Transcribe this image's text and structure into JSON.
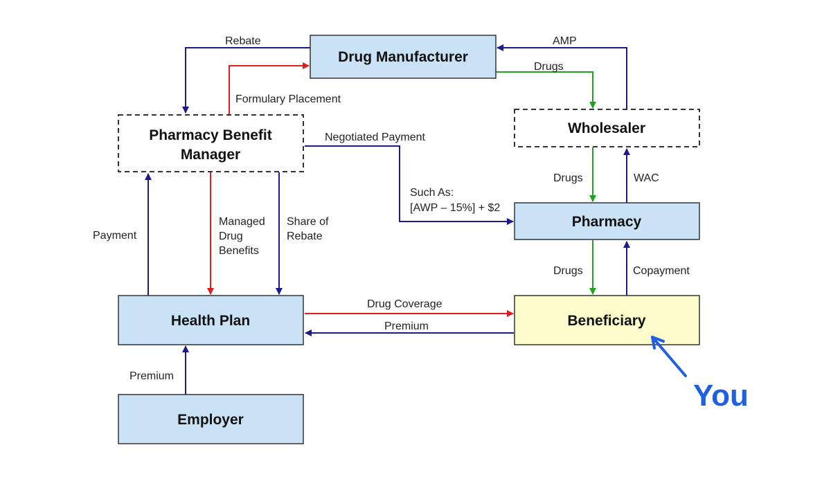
{
  "nodes": {
    "drug_manufacturer": {
      "label": "Drug Manufacturer"
    },
    "wholesaler": {
      "label": "Wholesaler"
    },
    "pbm": {
      "label_line1": "Pharmacy Benefit",
      "label_line2": "Manager"
    },
    "pharmacy": {
      "label": "Pharmacy"
    },
    "health_plan": {
      "label": "Health Plan"
    },
    "beneficiary": {
      "label": "Beneficiary"
    },
    "employer": {
      "label": "Employer"
    }
  },
  "edges": {
    "rebate": "Rebate",
    "amp": "AMP",
    "drugs_mfr_wholesaler": "Drugs",
    "formulary_placement": "Formulary Placement",
    "negotiated_payment": "Negotiated Payment",
    "such_as_line1": "Such As:",
    "such_as_line2": "[AWP – 15%] + $2",
    "drugs_wholesaler_pharmacy": "Drugs",
    "wac": "WAC",
    "payment": "Payment",
    "managed_line1": "Managed",
    "managed_line2": "Drug",
    "managed_line3": "Benefits",
    "share_line1": "Share of",
    "share_line2": "Rebate",
    "drugs_pharmacy_beneficiary": "Drugs",
    "copayment": "Copayment",
    "drug_coverage": "Drug Coverage",
    "premium_beneficiary": "Premium",
    "premium_employer": "Premium"
  },
  "annotation": {
    "text": "You"
  },
  "colors": {
    "box_blue": "#c9e2f6",
    "box_yellow": "#fbfbcc",
    "arrow_blue": "#1a1a8c",
    "arrow_red": "#e01e1e",
    "arrow_green": "#22a022",
    "you_blue": "#1f5fe0"
  }
}
